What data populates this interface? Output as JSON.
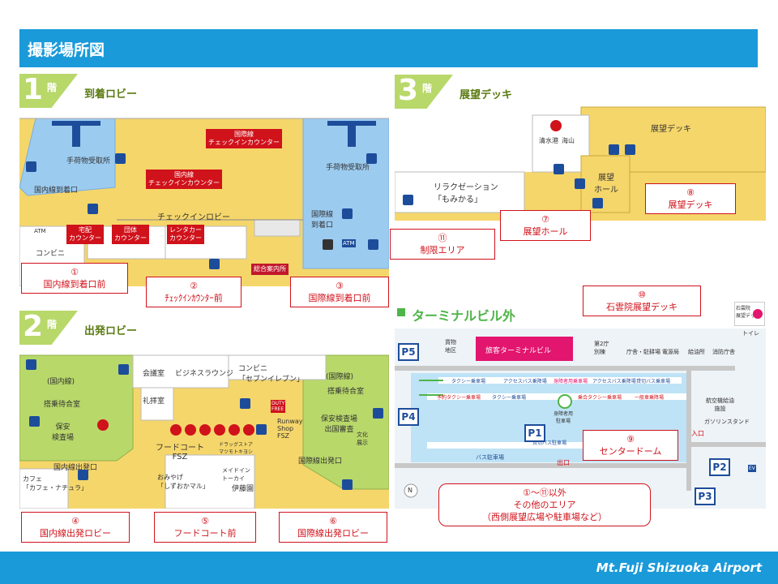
{
  "header": {
    "title": "撮影場所図"
  },
  "footer": {
    "brand": "Mt.Fuji Shizuoka Airport"
  },
  "floor1": {
    "num": "1",
    "kai": "階",
    "name": "到着ロビー",
    "labels": {
      "baggage_left": "手荷物受取所",
      "baggage_right": "手荷物受取所",
      "domestic_arrival": "国内線到着口",
      "checkin_lobby": "チェックインロビー",
      "intl_arrival": "国際線\n到着口",
      "atm": "ATM",
      "atm2": "ATM",
      "convenience": "コンビニ"
    },
    "red_tags": {
      "intl_checkin": "国際線\nチェックインカウンター",
      "dom_checkin": "国内線\nチェックインカウンター",
      "delivery": "宅配\nカウンター",
      "group": "団体\nカウンター",
      "rental": "レンタカー\nカウンター",
      "info": "総合案内所"
    }
  },
  "floor2": {
    "num": "2",
    "kai": "階",
    "name": "出発ロビー",
    "labels": {
      "domestic": "(国内線)",
      "international": "(国際線)",
      "waiting_left": "搭乗待合室",
      "waiting_right": "搭乗待合室",
      "meeting": "会議室",
      "business": "ビジネスラウンジ",
      "seven": "コンビニ\n「セブンイレブン」",
      "prayer": "礼拝室",
      "dom_security": "保安\n検査場",
      "intl_security": "保安検査場\n出国審査",
      "food_court": "フードコート\nFSZ",
      "dom_departure": "国内線出発口",
      "intl_departure": "国際線出発口",
      "cafe": "カフェ\n「カフェ・ナチュラ」",
      "souvenir": "おみやげ\n「しずおかマル」",
      "duty_free": "DUTY\nFREE",
      "runway": "Runway\nShop\nFSZ",
      "drugstore": "ドラッグストア\nマツモトキヨシ",
      "maiden": "メイドイン\nトーカイ",
      "izu": "伊藤園",
      "bunka": "文化\n展示"
    }
  },
  "floor3": {
    "num": "3",
    "kai": "階",
    "name": "展望デッキ",
    "labels": {
      "deck": "展望デッキ",
      "hall": "展望\nホール",
      "relax": "リラクゼーション\n「もみかる」",
      "shimizu": "清水港",
      "kaizan": "海山"
    }
  },
  "outside": {
    "title": "ターミナルビル外",
    "labels": {
      "terminal": "旅客ターミナルビル",
      "cargo": "貨物\n地区",
      "annex": "第2庁\n別棟",
      "office": "庁舎・駐耕場",
      "denki": "電源局",
      "kyushu": "給油所",
      "bousai": "消防庁舎",
      "taxi1": "タクシー乗車場",
      "access": "アクセスバス乗降場",
      "disabled": "身障者用乗車場",
      "access2": "アクセスバス乗降場",
      "charter": "貸切バス乗車場",
      "taxi_reserve": "予約タクシー乗車場",
      "taxi2": "タクシー乗車場",
      "shared_taxi": "乗合タクシー乗車場",
      "general": "一般車乗降場",
      "disabled_parking": "身障者用\n駐車場",
      "charter2": "貸切バス駐車場",
      "bus_parking": "バス駐車場",
      "exit": "出口",
      "entrance": "入口",
      "gas": "ガソリンスタンド",
      "aviation_fuel": "航空機給油\n施設",
      "ev": "EV",
      "sekiunin_small": "石雲院\n展望デッキ",
      "toilet": "トイレ",
      "north": "N"
    },
    "parking": [
      "P1",
      "P2",
      "P3",
      "P4",
      "P5"
    ]
  },
  "callouts": {
    "c1": {
      "num": "①",
      "text": "国内線到着口前"
    },
    "c2": {
      "num": "②",
      "text": "ﾁｪｯｸｲﾝｶｳﾝﾀｰ前"
    },
    "c3": {
      "num": "③",
      "text": "国際線到着口前"
    },
    "c4": {
      "num": "④",
      "text": "国内線出発ロビー"
    },
    "c5": {
      "num": "⑤",
      "text": "フードコート前"
    },
    "c6": {
      "num": "⑥",
      "text": "国際線出発ロビー"
    },
    "c7": {
      "num": "⑦",
      "text": "展望ホール"
    },
    "c8": {
      "num": "⑧",
      "text": "展望デッキ"
    },
    "c9": {
      "num": "⑨",
      "text": "センタードーム"
    },
    "c10": {
      "num": "⑩",
      "text": "石雲院展望デッキ"
    },
    "c11": {
      "num": "⑪",
      "text": "制限エリア"
    },
    "other": {
      "line1": "①～⑪以外",
      "line2": "その他のエリア",
      "line3": "（西側展望広場や駐車場など）"
    }
  },
  "colors": {
    "accent": "#1a9ad9",
    "callout": "#d0121b",
    "yellow_floor": "#f5d66a",
    "blue_floor": "#9ccbf0",
    "green_floor": "#b8d86a"
  }
}
